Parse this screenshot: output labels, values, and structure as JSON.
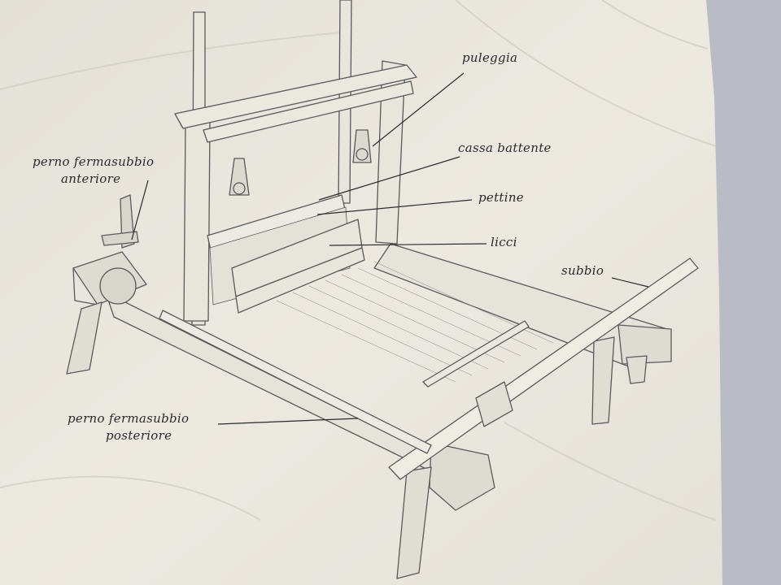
{
  "labels": {
    "puleggia": "puleggia",
    "cassa_battente": "cassa battente",
    "pettine": "pettine",
    "licci": "licci",
    "subbio": "subbio",
    "perno_anteriore_line1": "perno fermasubbio",
    "perno_anteriore_line2": "anteriore",
    "perno_posteriore_line1": "perno fermasubbio",
    "perno_posteriore_line2": "posteriore"
  },
  "colors": {
    "paper": "#ece9e1",
    "paper_shadow": "#d6d3cb",
    "background": "#b9bcc4",
    "pencil": "#5a5a5a",
    "ink": "#2a2a2a"
  }
}
